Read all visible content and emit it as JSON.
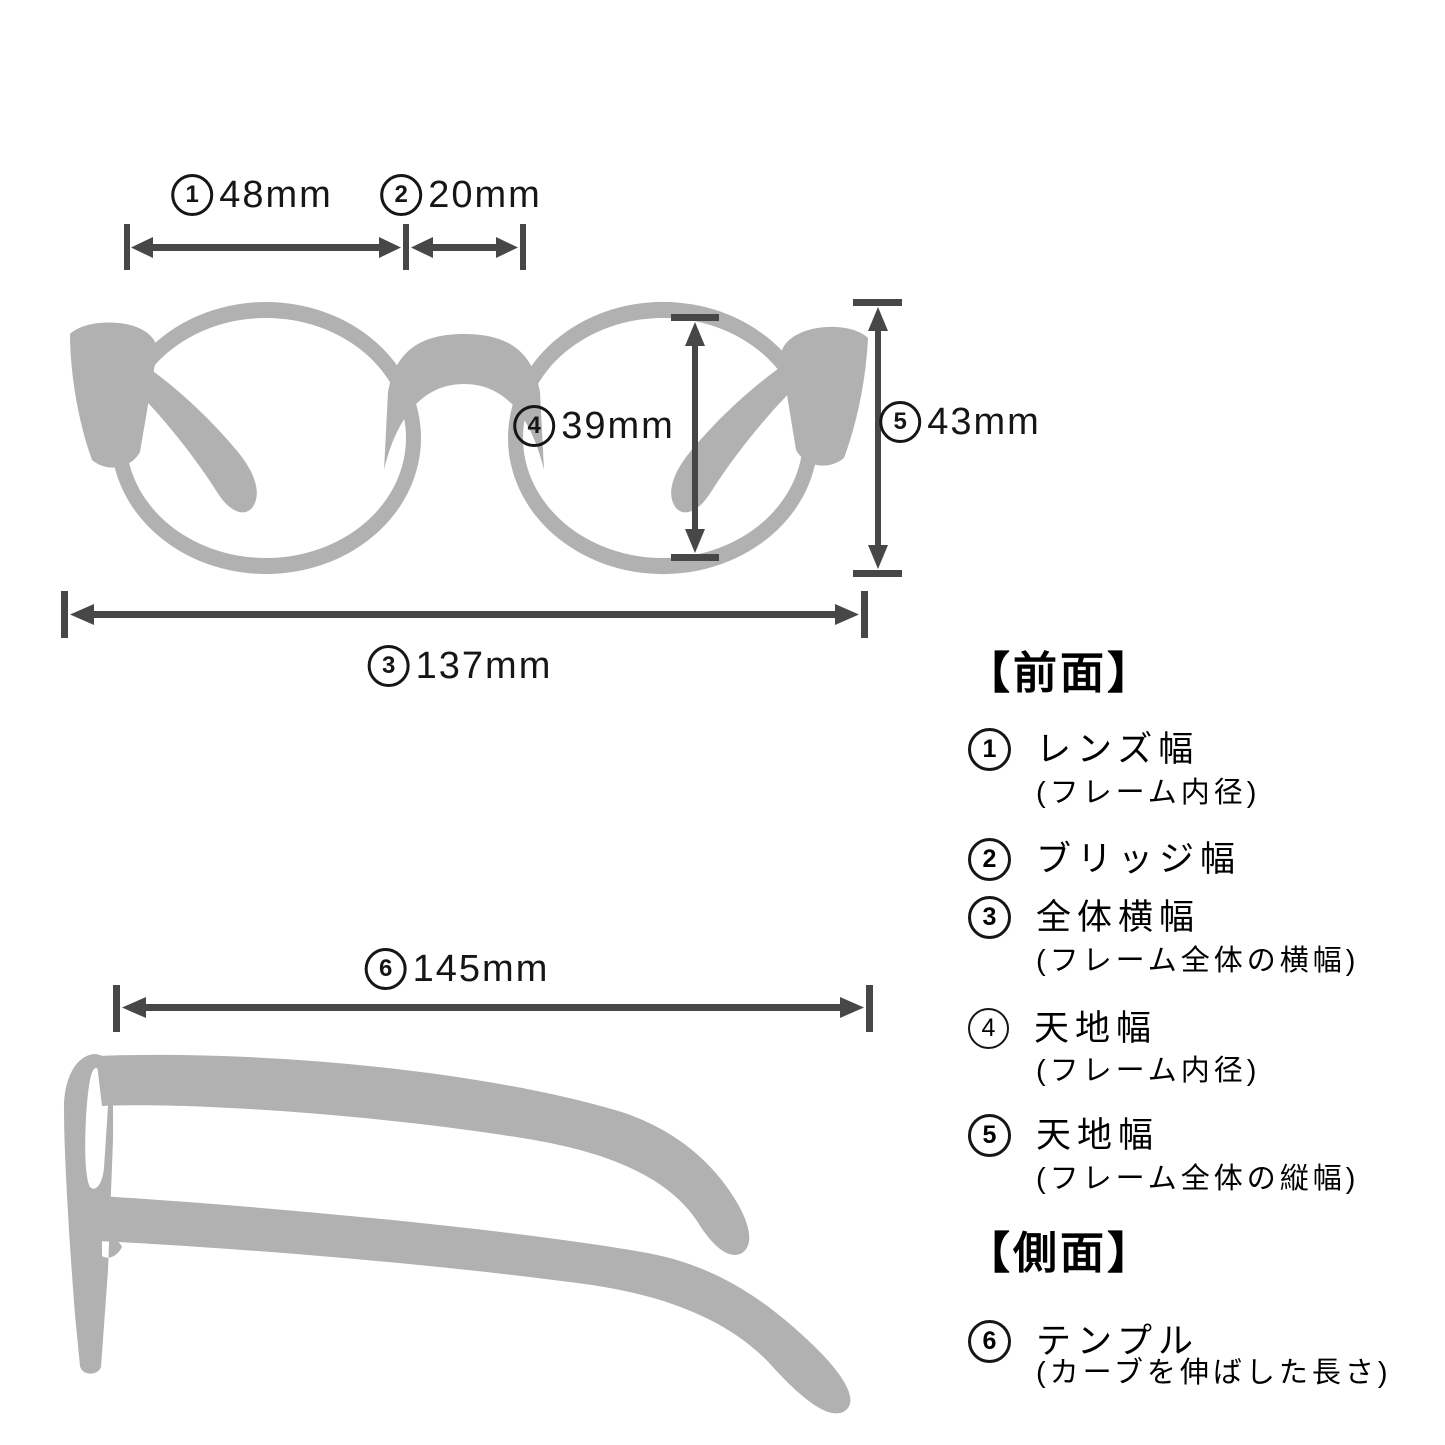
{
  "colors": {
    "background": "#ffffff",
    "silhouette": "#b1b1b1",
    "dimension": "#474747",
    "text": "#161616"
  },
  "front_view": {
    "dimensions": {
      "lens_width": {
        "num": "1",
        "value": "48mm"
      },
      "bridge_width": {
        "num": "2",
        "value": "20mm"
      },
      "total_width": {
        "num": "3",
        "value": "137mm"
      },
      "lens_height": {
        "num": "4",
        "value": "39mm"
      },
      "frame_height": {
        "num": "5",
        "value": "43mm"
      }
    }
  },
  "side_view": {
    "dimensions": {
      "temple_length": {
        "num": "6",
        "value": "145mm"
      }
    }
  },
  "legend": {
    "front_header": "【前面】",
    "side_header": "【側面】",
    "items": [
      {
        "num": "1",
        "label": "レンズ幅",
        "sub": "(フレーム内径)"
      },
      {
        "num": "2",
        "label": "ブリッジ幅",
        "sub": ""
      },
      {
        "num": "3",
        "label": "全体横幅",
        "sub": "(フレーム全体の横幅)"
      },
      {
        "num": "4",
        "label": "天地幅",
        "sub": "(フレーム内径)"
      },
      {
        "num": "5",
        "label": "天地幅",
        "sub": "(フレーム全体の縦幅)"
      },
      {
        "num": "6",
        "label": "テンプル",
        "sub": "(カーブを伸ばした長さ)"
      }
    ]
  }
}
